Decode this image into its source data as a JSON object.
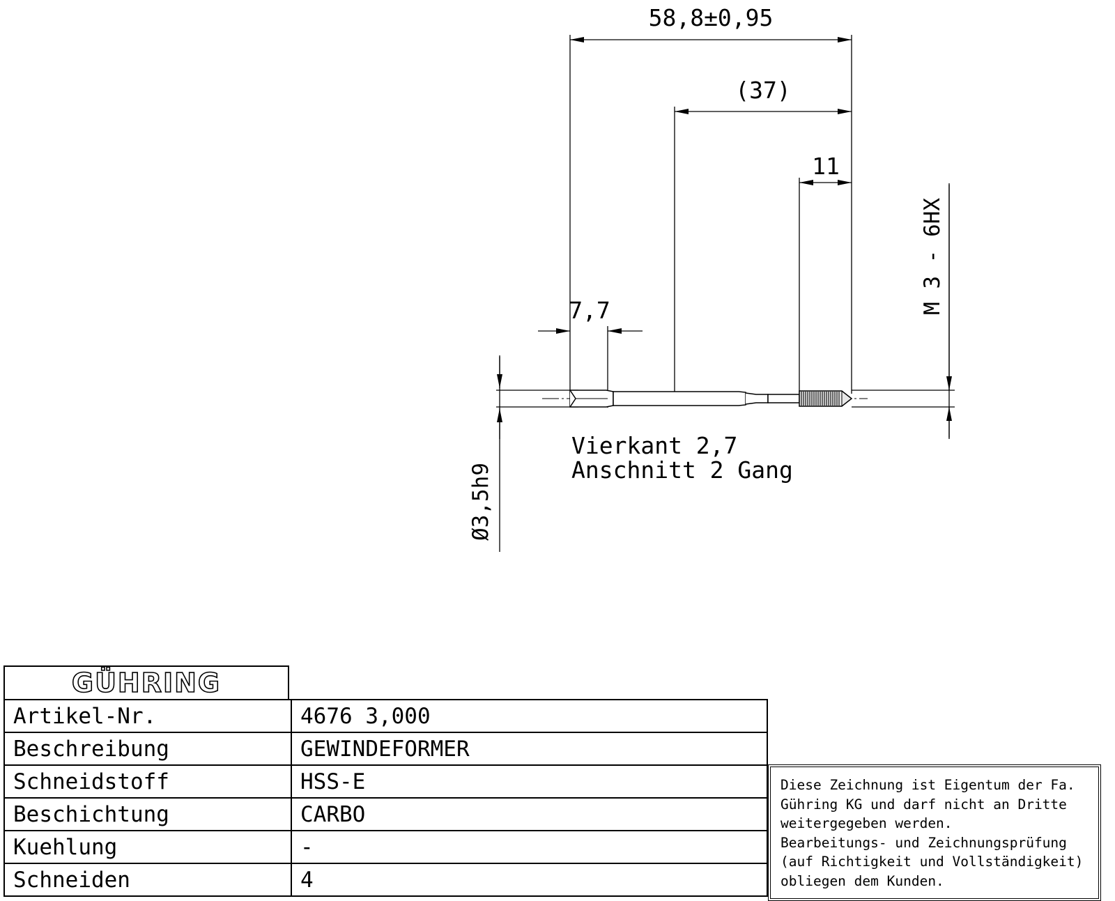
{
  "dimensions": {
    "overall_length": "58,8±0,95",
    "reference_length": "(37)",
    "thread_length": "11",
    "square_length": "7,7",
    "thread_spec": "M 3 - 6HX",
    "shank_diameter": "Ø3,5h9"
  },
  "notes": {
    "line1": "Vierkant 2,7",
    "line2": "Anschnitt 2 Gang"
  },
  "title_block": {
    "logo": "GÜHRING",
    "rows": [
      {
        "label": "Artikel-Nr.",
        "value": "4676 3,000"
      },
      {
        "label": "Beschreibung",
        "value": "GEWINDEFORMER"
      },
      {
        "label": "Schneidstoff",
        "value": "HSS-E"
      },
      {
        "label": "Beschichtung",
        "value": "CARBO"
      },
      {
        "label": "Kuehlung",
        "value": "-"
      },
      {
        "label": "Schneiden",
        "value": "4"
      }
    ]
  },
  "notice": {
    "lines": [
      "Diese Zeichnung ist Eigentum der Fa.",
      "Gühring KG und darf nicht an Dritte",
      "weitergegeben werden.",
      "Bearbeitungs- und Zeichnungsprüfung",
      "(auf Richtigkeit und Vollständigkeit)",
      "obliegen dem Kunden."
    ]
  }
}
